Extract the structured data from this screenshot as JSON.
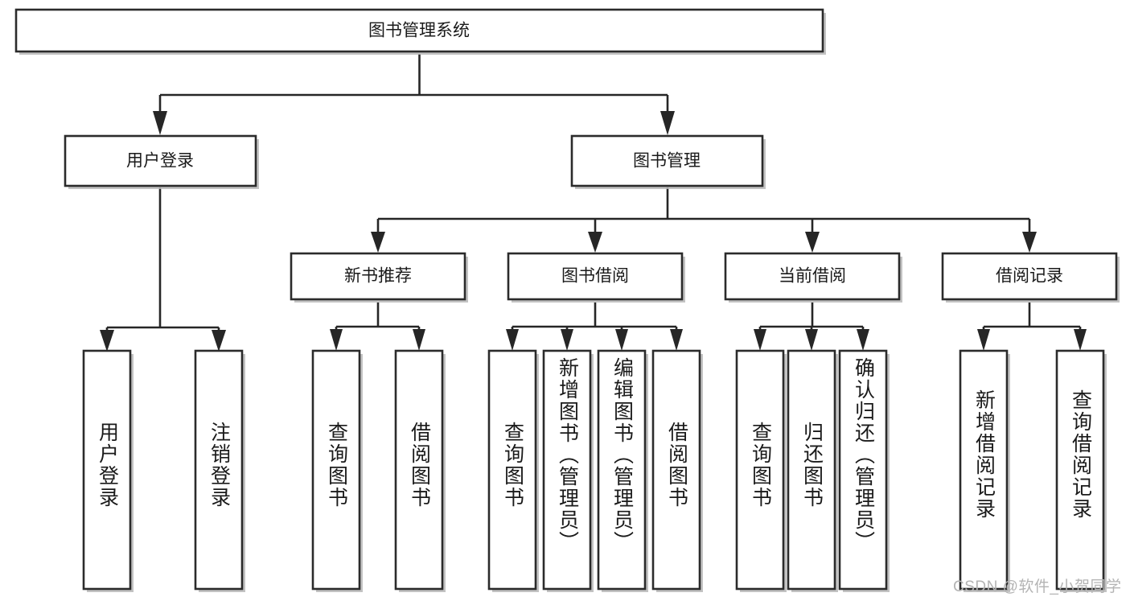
{
  "diagram": {
    "type": "hierarchy-tree",
    "title": "图书管理系统",
    "watermark": "CSDN @软件_小贺同学",
    "colors": {
      "stroke": "#262626",
      "fill": "#ffffff",
      "shadow": "#b8b8b8",
      "text": "#1a1a1a",
      "watermark": "#b4b4b4"
    },
    "root": {
      "label": "图书管理系统",
      "orientation": "horizontal"
    },
    "level2": [
      {
        "label": "用户登录",
        "orientation": "horizontal"
      },
      {
        "label": "图书管理",
        "orientation": "horizontal"
      }
    ],
    "level3": [
      {
        "label": "新书推荐",
        "orientation": "horizontal",
        "parent": "图书管理"
      },
      {
        "label": "图书借阅",
        "orientation": "horizontal",
        "parent": "图书管理"
      },
      {
        "label": "当前借阅",
        "orientation": "horizontal",
        "parent": "图书管理"
      },
      {
        "label": "借阅记录",
        "orientation": "horizontal",
        "parent": "图书管理"
      }
    ],
    "leaves": {
      "用户登录": [
        {
          "label": "用户登录",
          "orientation": "vertical"
        },
        {
          "label": "注销登录",
          "orientation": "vertical"
        }
      ],
      "新书推荐": [
        {
          "label": "查询图书",
          "orientation": "vertical"
        },
        {
          "label": "借阅图书",
          "orientation": "vertical"
        }
      ],
      "图书借阅": [
        {
          "label": "查询图书",
          "orientation": "vertical"
        },
        {
          "label": "新增图书（管理员）",
          "orientation": "vertical"
        },
        {
          "label": "编辑图书（管理员）",
          "orientation": "vertical"
        },
        {
          "label": "借阅图书",
          "orientation": "vertical"
        }
      ],
      "当前借阅": [
        {
          "label": "查询图书",
          "orientation": "vertical"
        },
        {
          "label": "归还图书",
          "orientation": "vertical"
        },
        {
          "label": "确认归还（管理员）",
          "orientation": "vertical"
        }
      ],
      "借阅记录": [
        {
          "label": "新增借阅记录",
          "orientation": "vertical"
        },
        {
          "label": "查询借阅记录",
          "orientation": "vertical"
        }
      ]
    }
  }
}
